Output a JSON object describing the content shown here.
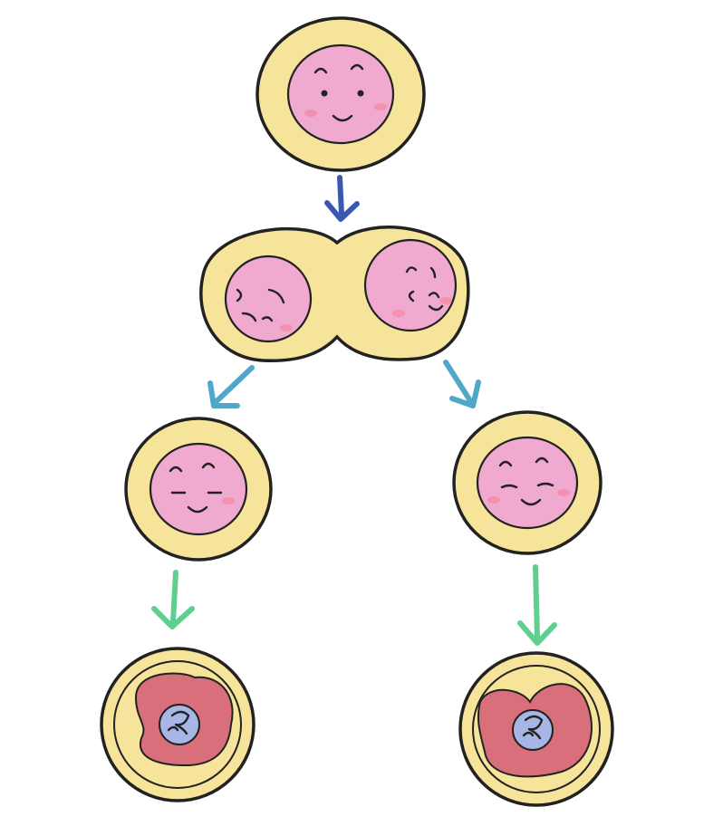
{
  "diagram": {
    "type": "illustration",
    "nodes": [
      {
        "id": "zygote",
        "kind": "cell",
        "face": "happy",
        "icon": "smiling-cell-icon"
      },
      {
        "id": "dividing",
        "kind": "dividing-cell",
        "faces": [
          "squint",
          "squint"
        ],
        "icon": "dividing-cell-icon"
      },
      {
        "id": "daughter-left",
        "kind": "cell",
        "face": "content",
        "icon": "content-cell-icon"
      },
      {
        "id": "daughter-right",
        "kind": "cell",
        "face": "content",
        "icon": "content-cell-icon"
      },
      {
        "id": "embryo-left",
        "kind": "developing-cell",
        "icon": "developing-embryo-icon"
      },
      {
        "id": "embryo-right",
        "kind": "developing-cell",
        "icon": "developing-embryo-icon"
      }
    ],
    "edges": [
      {
        "from": "zygote",
        "to": "dividing",
        "color": "#3a57b4"
      },
      {
        "from": "dividing",
        "to": "daughter-left",
        "color": "#4fa8c7"
      },
      {
        "from": "dividing",
        "to": "daughter-right",
        "color": "#4fa8c7"
      },
      {
        "from": "daughter-left",
        "to": "embryo-left",
        "color": "#5fcf8f"
      },
      {
        "from": "daughter-right",
        "to": "embryo-right",
        "color": "#5fcf8f"
      }
    ]
  },
  "colors": {
    "outer_fill": "#f6e49a",
    "outline": "#222222",
    "nucleus_fill": "#f0a9cf",
    "cheek": "#f3879f",
    "embryo_fill": "#d96f7a",
    "embryo_core": "#a8b6e6",
    "arrow_blue": "#3a57b4",
    "arrow_cyan": "#4fa8c7",
    "arrow_green": "#5fcf8f"
  }
}
